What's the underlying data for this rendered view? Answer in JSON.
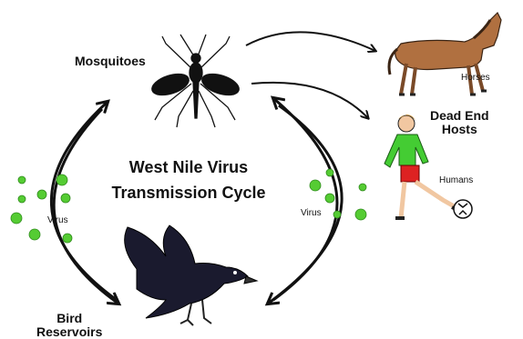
{
  "title": {
    "line1": "West Nile Virus",
    "line2": "Transmission Cycle"
  },
  "nodes": {
    "mosquitoes": "Mosquitoes",
    "horses": "Horses",
    "dead_end_line1": "Dead End",
    "dead_end_line2": "Hosts",
    "humans": "Humans",
    "bird_line1": "Bird",
    "bird_line2": "Reservoirs"
  },
  "edge_labels": {
    "virus_left": "Virus",
    "virus_right": "Virus"
  },
  "colors": {
    "virus_particle": "#55cc33",
    "arrow": "#111111",
    "crow_body": "#1a1a2e",
    "horse": "#b07040",
    "shirt": "#44cc33",
    "shorts": "#dd2222"
  },
  "icons": [
    "mosquito-icon",
    "horse-icon",
    "human-icon",
    "crow-icon",
    "virus-particle-icon"
  ]
}
